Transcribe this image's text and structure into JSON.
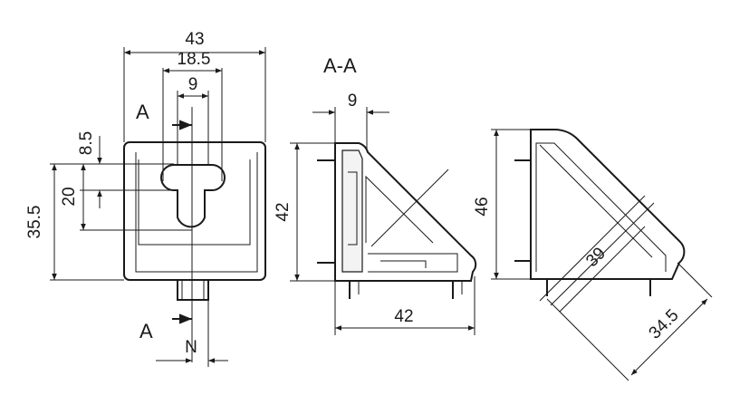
{
  "section_title": "A-A",
  "section_marker": "A",
  "nut_marker": "N",
  "front_view": {
    "overall_width": "43",
    "slot_width": "18.5",
    "slot_neck": "9",
    "slot_offset": "8.5",
    "slot_length": "20",
    "height_to_top": "35.5"
  },
  "section_view": {
    "wall": "9",
    "height": "42",
    "width": "42"
  },
  "side_view": {
    "height": "46",
    "diagonal": "39",
    "chamfer": "34.5"
  }
}
